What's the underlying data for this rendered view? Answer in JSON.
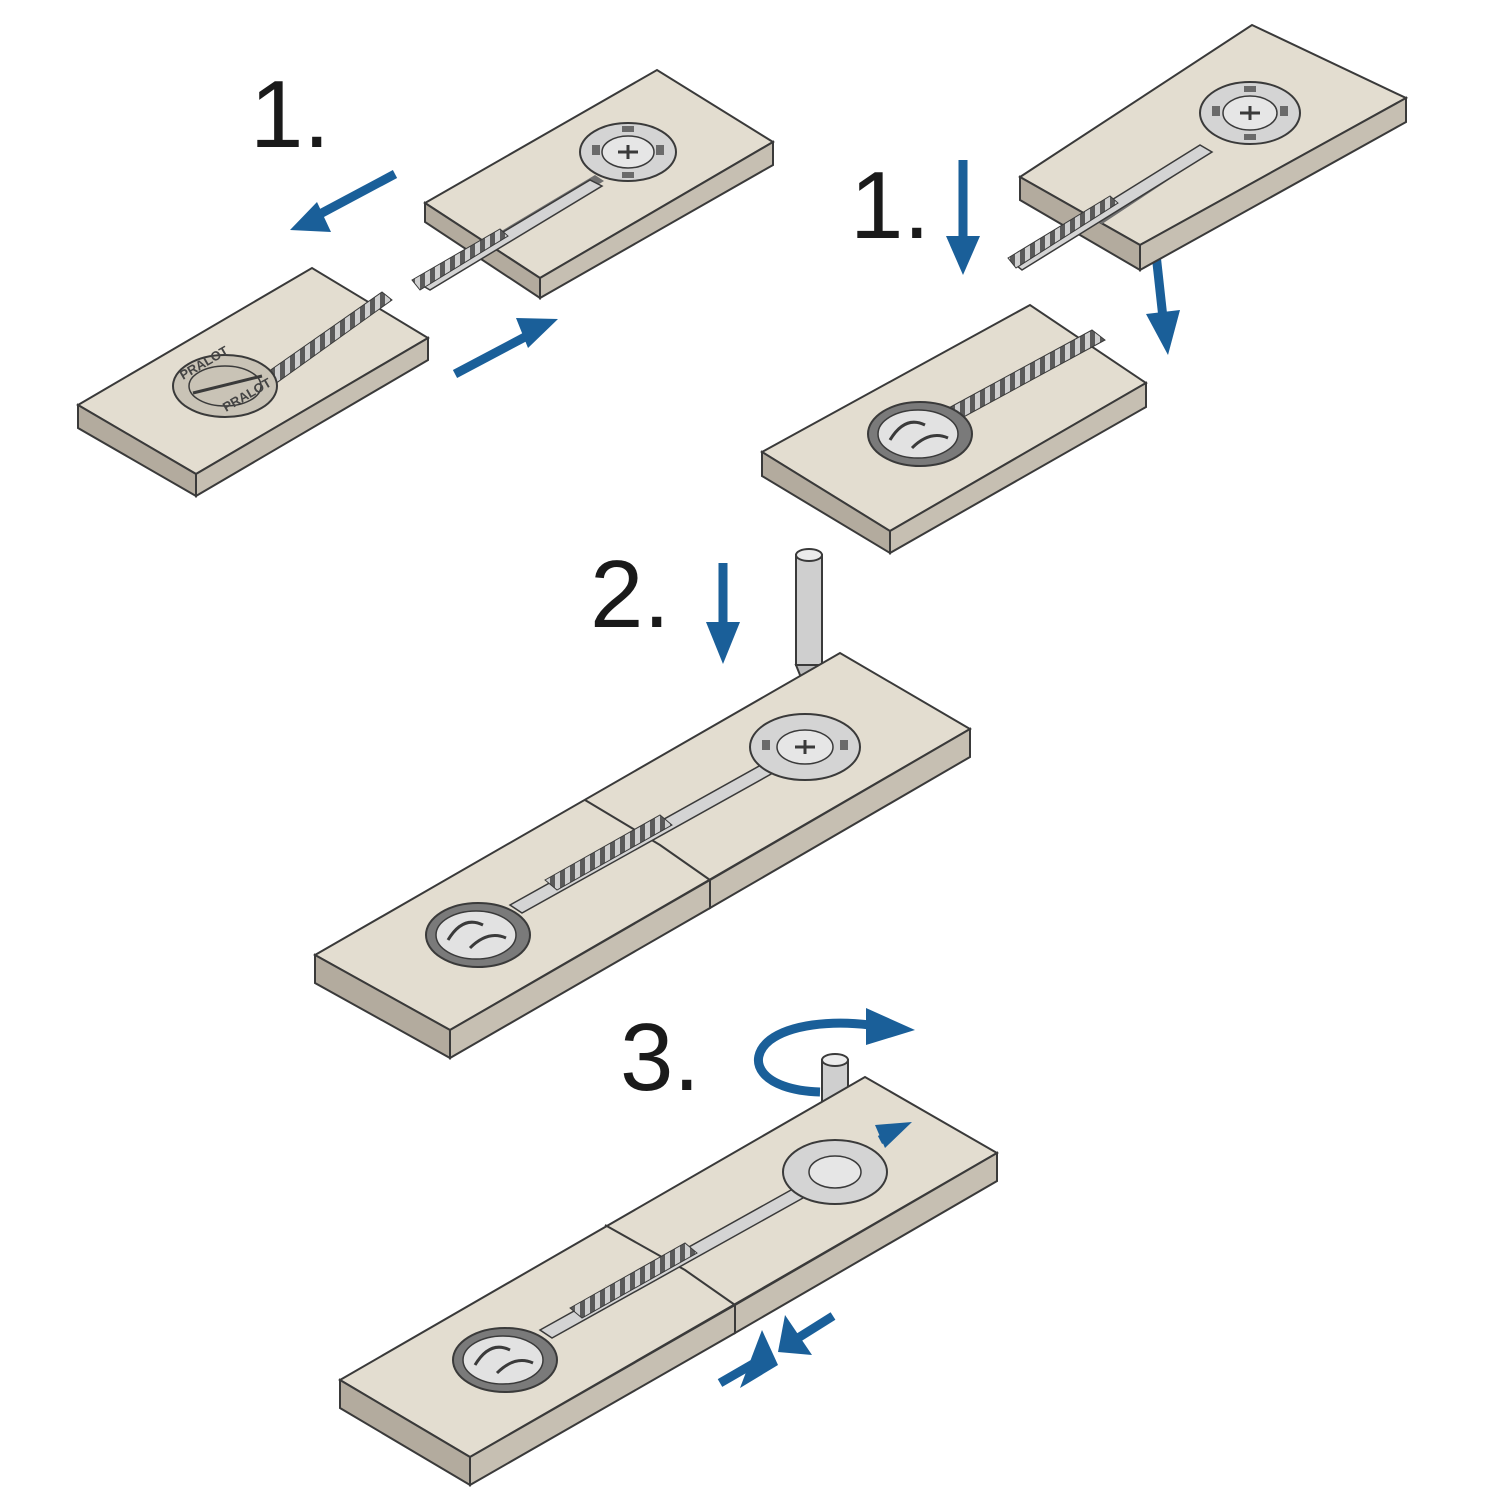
{
  "steps": {
    "step1_left": "1.",
    "step1_right": "1.",
    "step2": "2.",
    "step3": "3."
  },
  "brand": {
    "top": "PRALOT",
    "bottom": "PRALOT"
  },
  "colors": {
    "arrow": "#1a5f99",
    "board_top": "#e3ddd0",
    "board_side": "#c6bfb2",
    "board_front": "#b3ab9e",
    "outline": "#3a3a3a",
    "metal": "#d4d4d4",
    "metal_dark": "#8c8c8c"
  },
  "icons": [
    "arrow-left-icon",
    "arrow-right-icon",
    "arrow-down-icon",
    "rotate-arrow-icon",
    "screwdriver-icon",
    "connector-disc-icon"
  ]
}
